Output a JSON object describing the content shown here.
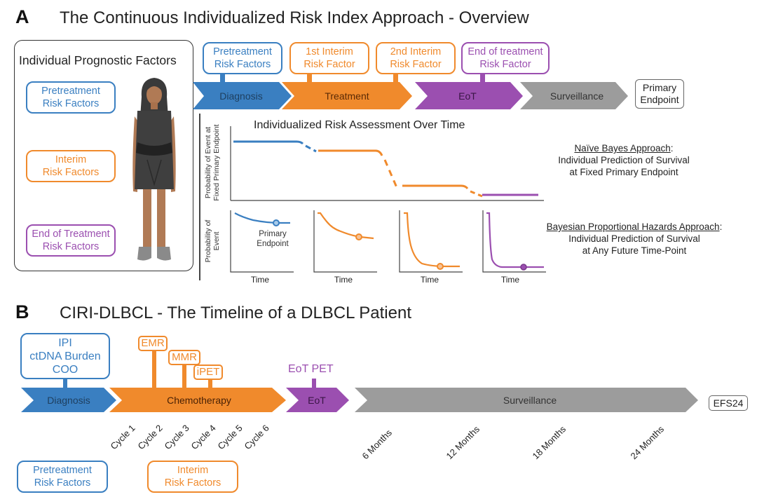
{
  "colors": {
    "blue": "#3a7fc1",
    "orange": "#f08a2c",
    "purple": "#9b4fb0",
    "gray": "#999999"
  },
  "panelA": {
    "letter": "A",
    "title": "The Continuous Individualized Risk Index Approach - Overview",
    "prognostic": {
      "title": "Individual Prognostic Factors",
      "boxes": [
        {
          "line1": "Pretreatment",
          "line2": "Risk Factors"
        },
        {
          "line1": "Interim",
          "line2": "Risk Factors"
        },
        {
          "line1": "End of Treatment",
          "line2": "Risk Factors"
        }
      ],
      "figure_icon": "patient-figure"
    },
    "top_boxes": [
      {
        "line1": "Pretreatment",
        "line2": "Risk Factors"
      },
      {
        "line1": "1st Interim",
        "line2": "Risk Factor"
      },
      {
        "line1": "2nd Interim",
        "line2": "Risk Factor"
      },
      {
        "line1": "End of treatment",
        "line2": "Risk Factor"
      }
    ],
    "timeline": [
      {
        "label": "Diagnosis"
      },
      {
        "label": "Treatment"
      },
      {
        "label": "EoT"
      },
      {
        "label": "Surveillance"
      }
    ],
    "endpoint": {
      "line1": "Primary",
      "line2": "Endpoint"
    },
    "risk_chart": {
      "title": "Individualized Risk Assessment Over Time",
      "ylabel_line1": "Probability of Event at",
      "ylabel_line2": "Fixed Primary Endpoint"
    },
    "small_charts": {
      "ylabel_line1": "Probability of",
      "ylabel_line2": "Event",
      "xlabel": "Time",
      "annotation_line1": "Primary",
      "annotation_line2": "Endpoint"
    },
    "naive_bayes": {
      "heading": "Naïve Bayes Approach",
      "line1": "Individual Prediction of Survival",
      "line2": "at Fixed Primary Endpoint"
    },
    "bayesian_ph": {
      "heading": "Bayesian Proportional Hazards Approach",
      "line1": "Individual Prediction of Survival",
      "line2": "at Any Future Time-Point"
    }
  },
  "panelB": {
    "letter": "B",
    "title": "CIRI-DLBCL - The Timeline of a DLBCL Patient",
    "pretreatment_box": {
      "line1": "IPI",
      "line2": "ctDNA Burden",
      "line3": "COO"
    },
    "interim_tags": [
      "EMR",
      "MMR",
      "iPET"
    ],
    "eot_tag": "EoT PET",
    "timeline": [
      {
        "label": "Diagnosis"
      },
      {
        "label": "Chemotherapy"
      },
      {
        "label": "EoT"
      },
      {
        "label": "Surveillance"
      }
    ],
    "endpoint": "EFS24",
    "cycles": [
      "Cycle 1",
      "Cycle 2",
      "Cycle 3",
      "Cycle 4",
      "Cycle 5",
      "Cycle 6"
    ],
    "months": [
      "6 Months",
      "12 Months",
      "18 Months",
      "24 Months"
    ],
    "legend_boxes": [
      {
        "line1": "Pretreatment",
        "line2": "Risk Factors"
      },
      {
        "line1": "Interim",
        "line2": "Risk Factors"
      }
    ]
  }
}
